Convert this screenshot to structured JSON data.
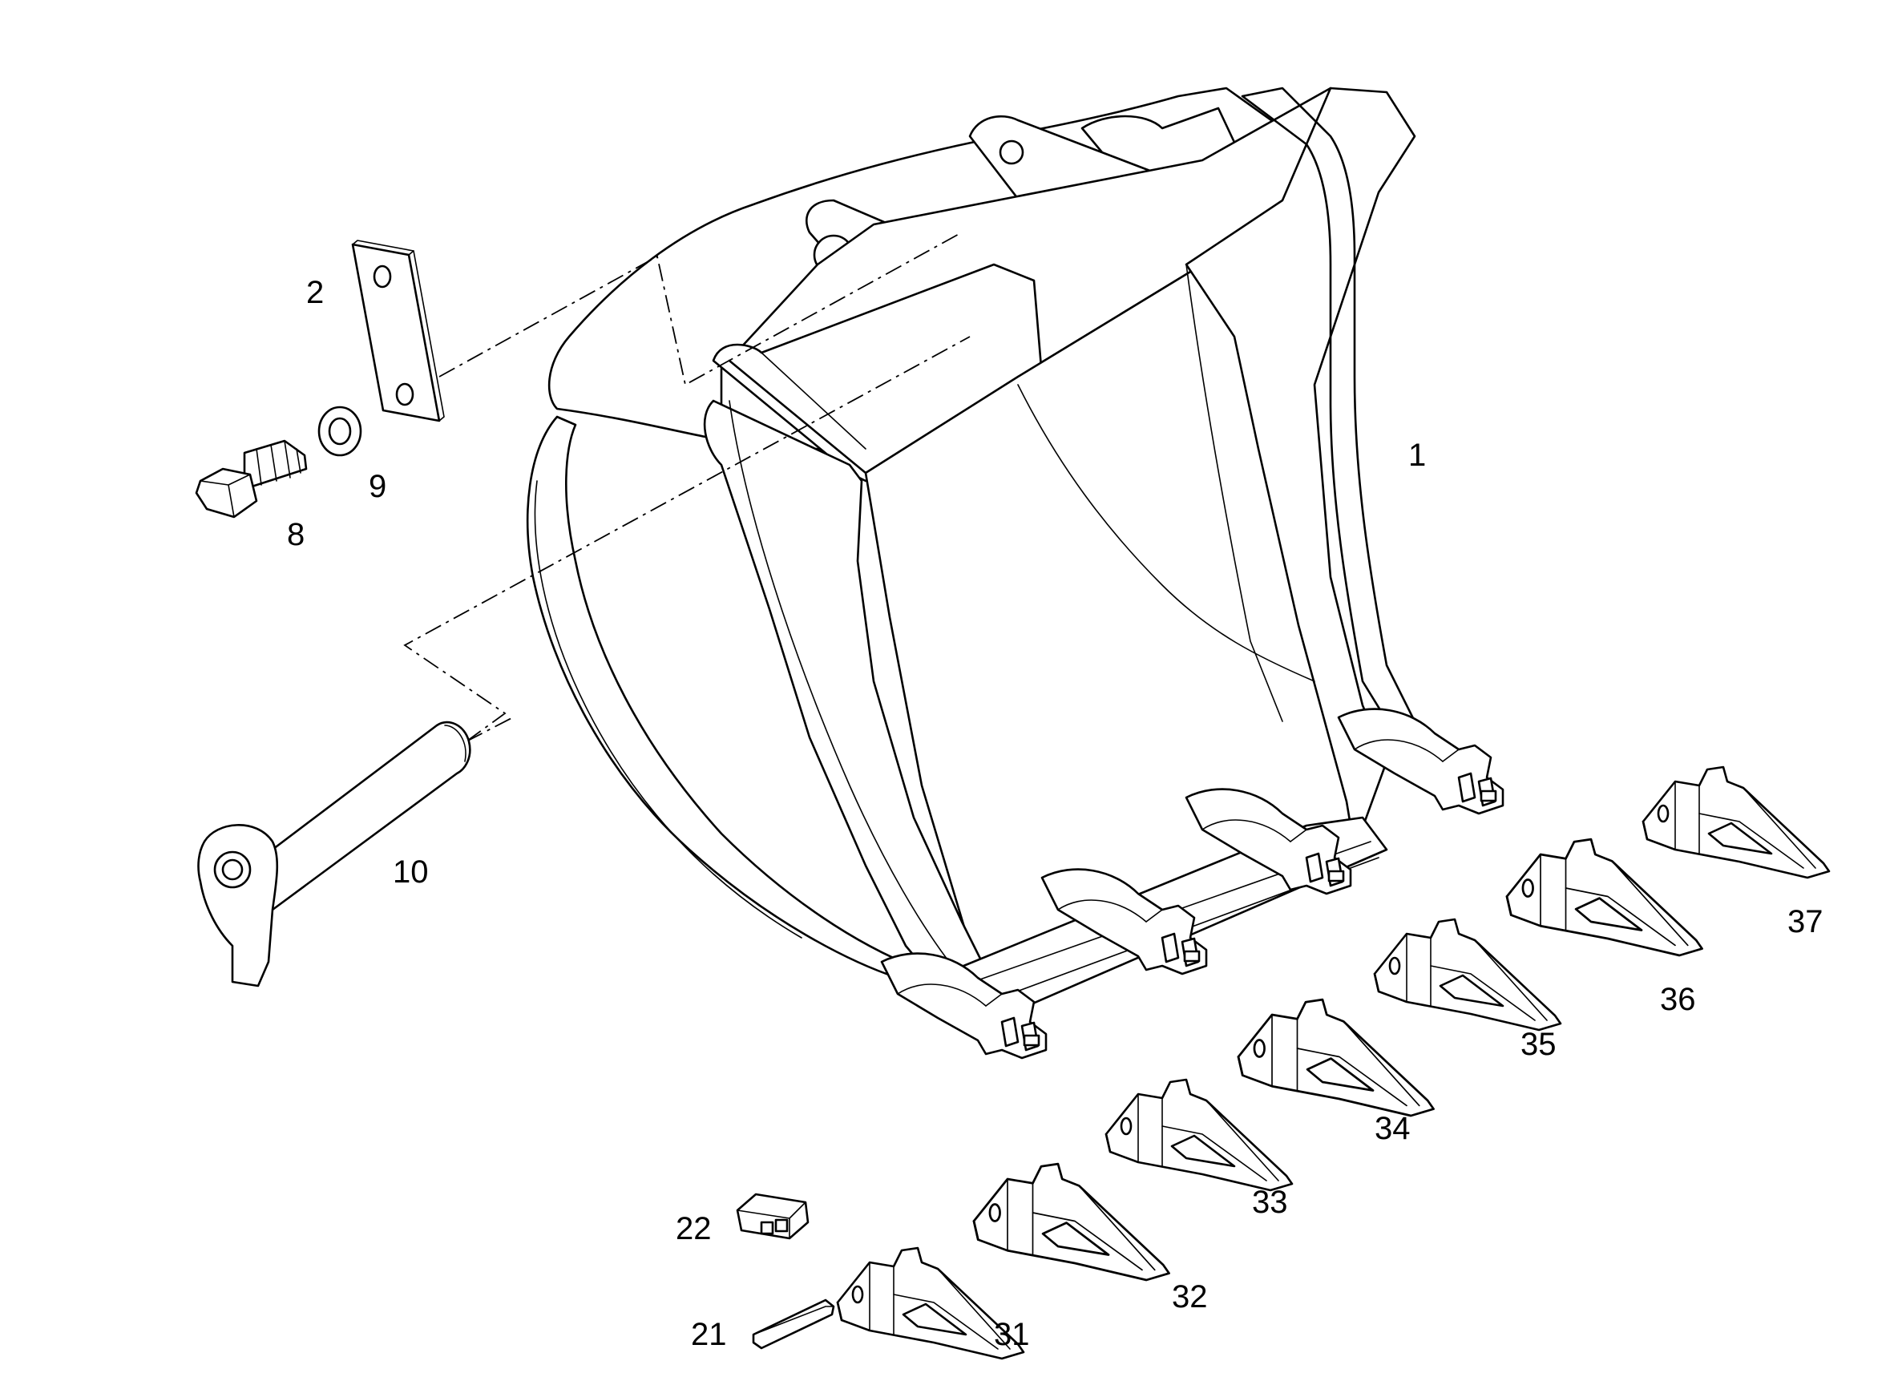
{
  "diagram": {
    "callouts": [
      {
        "id": "c1",
        "text": "1"
      },
      {
        "id": "c2",
        "text": "2"
      },
      {
        "id": "c8",
        "text": "8"
      },
      {
        "id": "c9",
        "text": "9"
      },
      {
        "id": "c10",
        "text": "10"
      },
      {
        "id": "c21",
        "text": "21"
      },
      {
        "id": "c22",
        "text": "22"
      },
      {
        "id": "c31",
        "text": "31"
      },
      {
        "id": "c32",
        "text": "32"
      },
      {
        "id": "c33",
        "text": "33"
      },
      {
        "id": "c34",
        "text": "34"
      },
      {
        "id": "c35",
        "text": "35"
      },
      {
        "id": "c36",
        "text": "36"
      },
      {
        "id": "c37",
        "text": "37"
      }
    ],
    "parts": [
      {
        "callout": "1",
        "icon": "excavator-bucket-icon"
      },
      {
        "callout": "2",
        "icon": "link-plate-icon"
      },
      {
        "callout": "8",
        "icon": "hex-bolt-icon"
      },
      {
        "callout": "9",
        "icon": "washer-icon"
      },
      {
        "callout": "10",
        "icon": "pivot-pin-icon"
      },
      {
        "callout": "21",
        "icon": "retainer-pin-icon"
      },
      {
        "callout": "22",
        "icon": "lock-icon"
      },
      {
        "callout": "31",
        "icon": "bucket-tooth-icon"
      },
      {
        "callout": "32",
        "icon": "bucket-tooth-icon"
      },
      {
        "callout": "33",
        "icon": "bucket-tooth-icon"
      },
      {
        "callout": "34",
        "icon": "bucket-tooth-icon"
      },
      {
        "callout": "35",
        "icon": "bucket-tooth-icon"
      },
      {
        "callout": "36",
        "icon": "bucket-tooth-icon"
      },
      {
        "callout": "37",
        "icon": "bucket-tooth-icon"
      }
    ]
  }
}
